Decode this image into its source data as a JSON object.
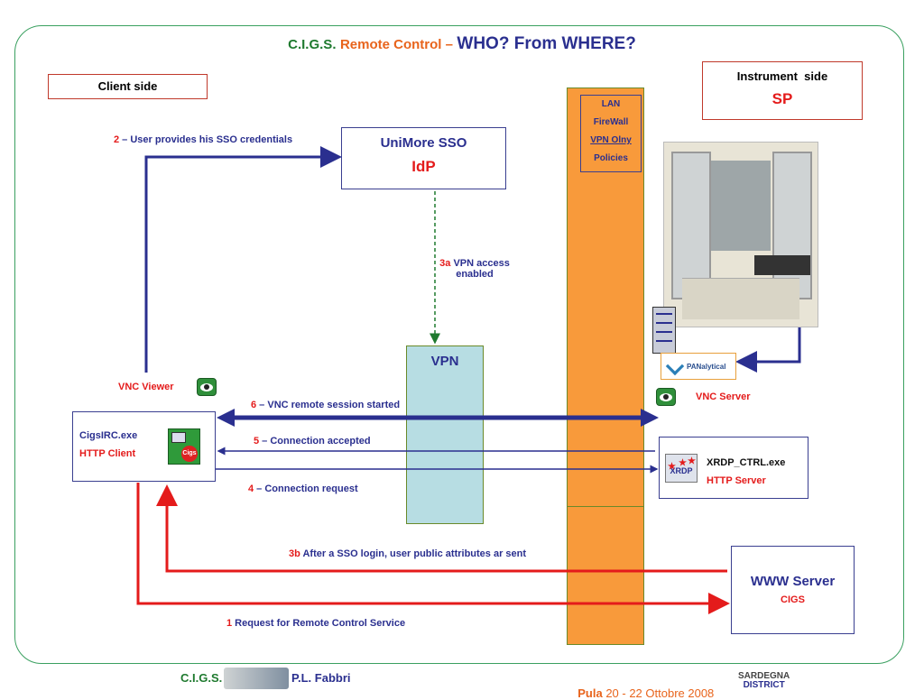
{
  "title": {
    "part1": "C.I.G.S.",
    "part2": "Remote Control –",
    "part3": "WHO? From WHERE?"
  },
  "client_side_label": "Client side",
  "instrument_side": {
    "label": "Instrument  side",
    "sp": "SP"
  },
  "idp": {
    "name": "UniMore SSO",
    "role": "IdP"
  },
  "lan": {
    "line1": "LAN",
    "line2": "FireWall",
    "line3": "VPN Olny",
    "line4": "Policies"
  },
  "vpn_label": "VPN",
  "client": {
    "exe": "CigsIRC.exe",
    "role": "HTTP Client"
  },
  "vnc_viewer": "VNC Viewer",
  "vnc_server": "VNC Server",
  "xrdp": {
    "exe": "XRDP_CTRL.exe",
    "role": "HTTP Server",
    "icon_text": "XRDP"
  },
  "www": {
    "name": "WWW Server",
    "role": "CIGS"
  },
  "steps": {
    "s2_num": "2",
    "s2_text": " – User provides his SSO credentials",
    "s3a_num": "3a",
    "s3a_text": " VPN access",
    "s3a_text2": "enabled",
    "s6_num": "6",
    "s6_text": " – VNC remote session started",
    "s5_num": "5",
    "s5_text": " – Connection accepted",
    "s4_num": "4",
    "s4_text": " – Connection request",
    "s3b_num": "3b",
    "s3b_text": " After a SSO login, user public attributes ar sent",
    "s1_num": "1",
    "s1_text": " Request for Remote Control Service"
  },
  "panalytical_logo": "PANalytical",
  "cigs_icon_text": "Cigs",
  "footer": {
    "left": "C.I.G.S.",
    "author": "P.L. Fabbri",
    "place": "Pula",
    "dates": " 20 - 22 Ottobre 2008",
    "logo_line1": "SARDEGNA",
    "logo_line2": "DISTRICT"
  },
  "colors": {
    "blue_arrow": "#2a2f8f",
    "red_arrow": "#e41b1b",
    "green_dash": "#1f7a2f",
    "lan_orange": "#f89a3b",
    "vpn_cyan": "#b7dde3"
  }
}
